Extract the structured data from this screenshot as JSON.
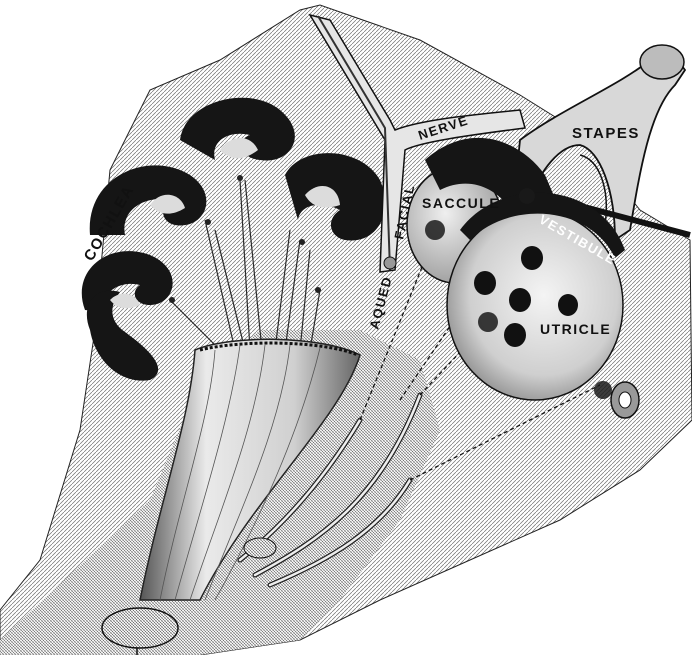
{
  "labels": {
    "cochlea": "COCHLEA",
    "aqueduct": "AQUED",
    "facial": "FACIAL",
    "nerve": "NERVE",
    "stapes": "STAPES",
    "saccule": "SACCULE",
    "vestibule": "VESTIBULE",
    "utricle": "UTRICLE"
  },
  "colors": {
    "paper": "#ffffff",
    "ink": "#111111",
    "shade": "#9a9a9a",
    "light": "#d9d9d9"
  }
}
